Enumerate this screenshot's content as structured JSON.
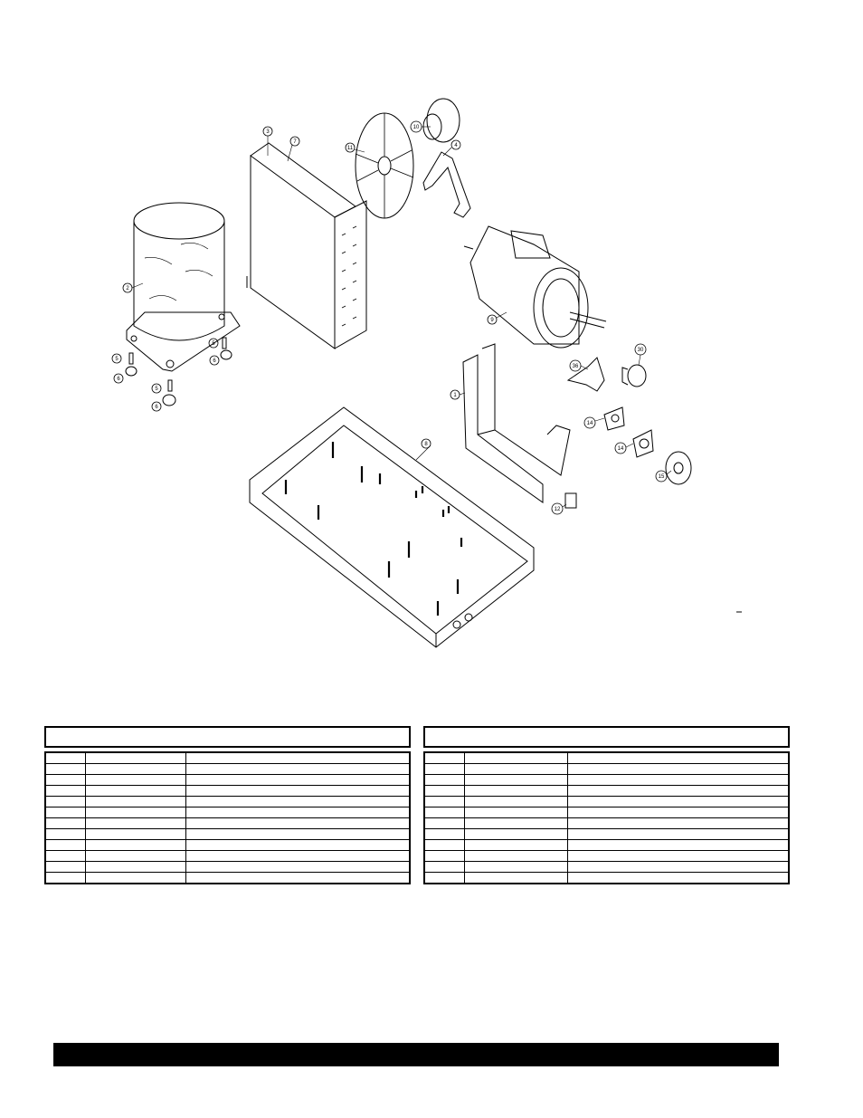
{
  "callouts": [
    {
      "id": "c3",
      "text": "3"
    },
    {
      "id": "c7",
      "text": "7"
    },
    {
      "id": "c11",
      "text": "11"
    },
    {
      "id": "c10",
      "text": "10"
    },
    {
      "id": "c4",
      "text": "4"
    },
    {
      "id": "c9",
      "text": "9"
    },
    {
      "id": "c2",
      "text": "2"
    },
    {
      "id": "c5a",
      "text": "5"
    },
    {
      "id": "c5b",
      "text": "5"
    },
    {
      "id": "c5c",
      "text": "5"
    },
    {
      "id": "c6a",
      "text": "6"
    },
    {
      "id": "c6b",
      "text": "6"
    },
    {
      "id": "c6c",
      "text": "6"
    },
    {
      "id": "c30",
      "text": "30"
    },
    {
      "id": "c36",
      "text": "36"
    },
    {
      "id": "c1",
      "text": "1"
    },
    {
      "id": "c14a",
      "text": "14"
    },
    {
      "id": "c14b",
      "text": "14"
    },
    {
      "id": "c15",
      "text": "15"
    },
    {
      "id": "c8",
      "text": "8"
    },
    {
      "id": "c12",
      "text": "12"
    }
  ],
  "tables": {
    "left": {
      "row_count": 12
    },
    "right": {
      "row_count": 12
    }
  },
  "colors": {
    "ink": "#000000",
    "paper": "#ffffff"
  }
}
